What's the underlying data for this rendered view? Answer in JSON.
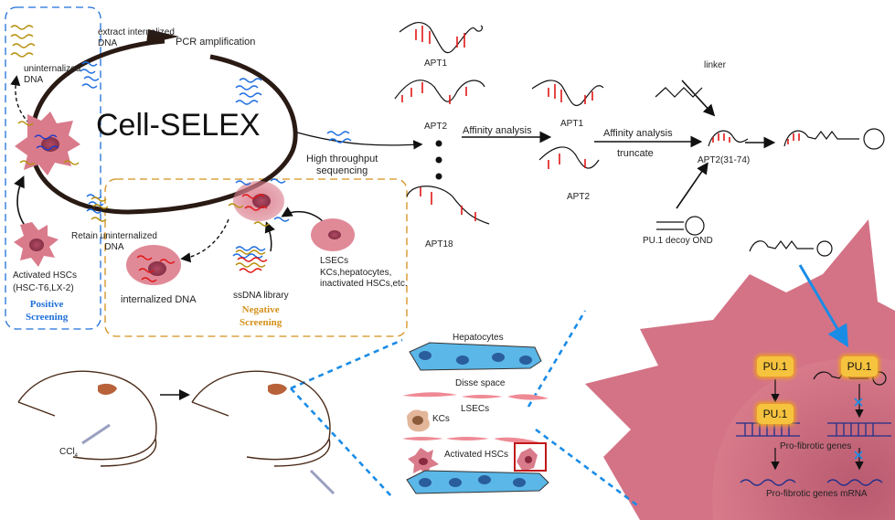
{
  "cycle": {
    "title": "Cell-SELEX",
    "steps": {
      "extract": "extract internalized\nDNA",
      "pcr": "PCR amplification",
      "sequencing": "High throughput\nsequencing",
      "retain": "Retain uninternalized\nDNA",
      "uninternalized": "uninternalized\nDNA"
    }
  },
  "positive_screening": {
    "cell_label": "Activated HSCs",
    "cell_lines": "(HSC-T6,LX-2)",
    "title": "Positive\nScreening",
    "color": "#1e6fd9"
  },
  "negative_screening": {
    "internalized": "internalized DNA",
    "library": "ssDNA library",
    "cells_title": "LSECs",
    "cells_more": "KCs,hepatocytes,\ninactivated HSCs,etc.",
    "title": "Negative\nScreening",
    "color": "#d4901a"
  },
  "aptamers": {
    "candidates": [
      "APT1",
      "APT2",
      "APT18"
    ],
    "selected": [
      "APT1",
      "APT2"
    ],
    "step1": "Affinity analysis",
    "step2": "Affinity analysis",
    "step2_sub": "truncate",
    "truncated": "APT2(31-74)",
    "linker": "linker",
    "decoy": "PU.1 decoy OND"
  },
  "liver": {
    "hepatocytes": "Hepatocytes",
    "disse": "Disse space",
    "lsecs": "LSECs",
    "kcs": "KCs",
    "activated_hscs": "Activated HSCs"
  },
  "mouse": {
    "injection": "CCl",
    "subscript": "4"
  },
  "mechanism": {
    "pu1": [
      "PU.1",
      "PU.1",
      "PU.1"
    ],
    "genes": "Pro-fibrotic genes",
    "mrna": "Pro-fibrotic genes mRNA"
  },
  "colors": {
    "cell_pink": "#d4707f",
    "nucleus": "#a23a52",
    "blue_dna": "#1f6fe0",
    "gold_dna": "#b8900e",
    "red_dna": "#e01818",
    "hepatocyte": "#5bb7e8",
    "dotted_blue": "#1a8ce6"
  }
}
